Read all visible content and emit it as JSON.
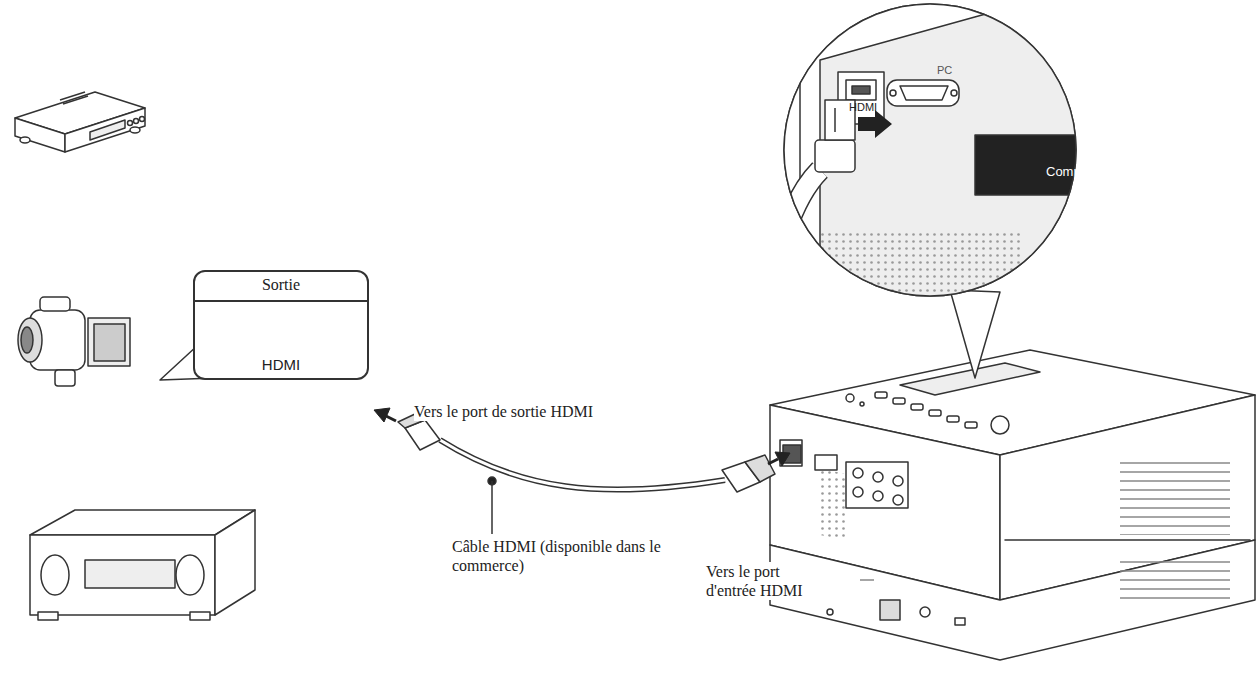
{
  "diagram": {
    "nodes": [
      {
        "text": [
          "Sortie",
          "HDMI"
        ]
      }
    ],
    "labels": [
      "Vers le port de sortie HDMI",
      "Vers le port d'entrée HDMI",
      "Câble HDMI (disponible dans le commerce)",
      "HDMI",
      "PC",
      "Compo"
    ]
  }
}
